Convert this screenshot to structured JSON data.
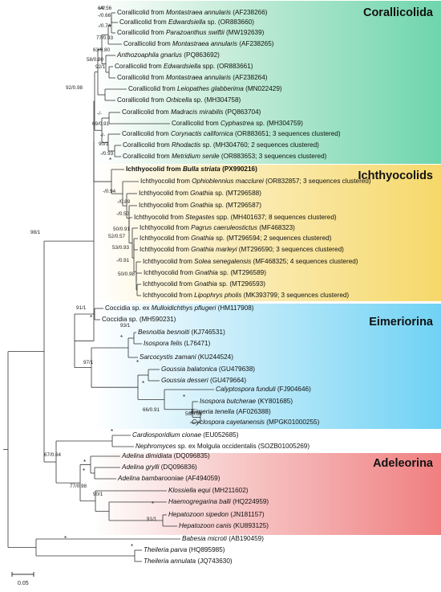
{
  "clades": [
    {
      "label": "Corallicolida"
    },
    {
      "label": "Ichthyocolids"
    },
    {
      "label": "Eimeriorina"
    },
    {
      "label": "Adeleorina"
    }
  ],
  "leaves": [
    {
      "pre": "Corallicolid from ",
      "it": "Montastraea annularis",
      "post": " (AF238266)"
    },
    {
      "pre": "Corallicolid from ",
      "it": "Edwardsiella",
      "post": " sp. (OR883660)"
    },
    {
      "pre": "Corallicolid from ",
      "it": "Parazoanthus swiftii",
      "post": " (MW192639)"
    },
    {
      "pre": "Corallicolid from ",
      "it": "Montastraea annularis",
      "post": " (AF238265)"
    },
    {
      "pre": "",
      "it": "Anthozoaphila gnarlus",
      "post": " (PQ863692)"
    },
    {
      "pre": "Corallicolid from ",
      "it": "Edwardsiella",
      "post": " spp. (OR883661)"
    },
    {
      "pre": "Corallicolid from ",
      "it": "Montastraea annularis",
      "post": " (AF238264)"
    },
    {
      "pre": "Corallicolid from ",
      "it": "Leiopathes glabberima",
      "post": " (MN022429)"
    },
    {
      "pre": "Corallicolid from ",
      "it": "Orbicella",
      "post": " sp. (MH304758)"
    },
    {
      "pre": "Corallicolid from ",
      "it": "Madracis mirabilis",
      "post": " (PQ863704)"
    },
    {
      "pre": "Corallicolid from ",
      "it": "Cyphastrea",
      "post": " sp. (MH304759)"
    },
    {
      "pre": "Corallicolid from ",
      "it": "Corynactis californica",
      "post": " (OR883651; 3 sequences clustered)"
    },
    {
      "pre": "Corallicolid from ",
      "it": "Rhodactis",
      "post": " sp. (MH304760; 2 sequences clustered)"
    },
    {
      "pre": "Corallicolid from ",
      "it": "Metridium senile",
      "post": " (OR883653; 3 sequences clustered)"
    },
    {
      "pre": "Ichthyocolid from ",
      "it": "Bulla striata",
      "post": " (PX990216)",
      "bold": true
    },
    {
      "pre": "Ichthyocolid from ",
      "it": "Ophioblennius macclurei",
      "post": " (OR832857; 3 sequences clustered)"
    },
    {
      "pre": "Ichthyocolid from ",
      "it": "Gnathia",
      "post": " sp. (MT296588)"
    },
    {
      "pre": "Ichthyocolid from ",
      "it": "Gnathia",
      "post": " sp. (MT296587)"
    },
    {
      "pre": "Ichthyocolid from ",
      "it": "Stegastes",
      "post": " spp. (MH401637; 8 sequences clustered)"
    },
    {
      "pre": "Ichthyocolid from ",
      "it": "Pagrus caeruleostictus",
      "post": " (MF468323)"
    },
    {
      "pre": "Ichthyocolid from ",
      "it": "Gnathia",
      "post": " sp. (MT296594; 2 sequences clustered)"
    },
    {
      "pre": "Ichthyocolid from ",
      "it": "Gnathia marleyi",
      "post": " (MT296590; 3 sequences clustered)"
    },
    {
      "pre": "Ichthyocolid from ",
      "it": "Solea senegalensis",
      "post": " (MF468325; 4 sequences clustered)"
    },
    {
      "pre": "Ichthyocolid from ",
      "it": "Gnathia",
      "post": " sp. (MT296589)"
    },
    {
      "pre": "Ichthyocolid from ",
      "it": "Gnathia",
      "post": " sp. (MT296593)"
    },
    {
      "pre": "Ichthyocolid from ",
      "it": "Lipophrys pholis",
      "post": " (MK393799; 3 sequences clustered)"
    },
    {
      "pre": "Coccidia sp. ex ",
      "it": "Mulloidichthys pflugeri",
      "post": " (HM117908)"
    },
    {
      "pre": "Coccidia sp. (MH590231)",
      "it": "",
      "post": ""
    },
    {
      "pre": "",
      "it": "Besnoitia besnoiti",
      "post": " (KJ746531)"
    },
    {
      "pre": "",
      "it": "Isospora felis",
      "post": " (L76471)"
    },
    {
      "pre": "",
      "it": "Sarcocystis zamani",
      "post": " (KU244524)"
    },
    {
      "pre": "",
      "it": "Goussia balatonica",
      "post": " (GU479638)"
    },
    {
      "pre": "",
      "it": "Goussia desseri",
      "post": " (GU479664)"
    },
    {
      "pre": "",
      "it": "Calyptospora funduli",
      "post": " (FJ904646)"
    },
    {
      "pre": "",
      "it": "Isospora butcherae",
      "post": " (KY801685)"
    },
    {
      "pre": "",
      "it": "Eimeria tenella",
      "post": " (AF026388)"
    },
    {
      "pre": "",
      "it": "Cyclospora cayetanensis",
      "post": " (MPGK01000255)"
    },
    {
      "pre": "",
      "it": "Cardiosporidium cionae",
      "post": " (EU052685)"
    },
    {
      "pre": "",
      "it": "Nephromyces",
      "post": " sp. ex Molgula occidentalis (SOZB01005269)"
    },
    {
      "pre": "",
      "it": "Adelina dimidiata",
      "post": " (DQ096835)"
    },
    {
      "pre": "",
      "it": "Adelina grylli",
      "post": " (DQ096836)"
    },
    {
      "pre": "",
      "it": "Adelina bambarooniae",
      "post": " (AF494059)"
    },
    {
      "pre": "",
      "it": "Klossiella equi",
      "post": " (MH211602)"
    },
    {
      "pre": "",
      "it": "Haemogregarina balli",
      "post": " (HQ224959)"
    },
    {
      "pre": "",
      "it": "Hepatozoon sipedon",
      "post": " (JN181157)"
    },
    {
      "pre": "",
      "it": "Hepatozoon canis",
      "post": " (KU893125)"
    },
    {
      "pre": "",
      "it": "Babesia microti",
      "post": " (AB190459)"
    },
    {
      "pre": "",
      "it": "Theileria parva",
      "post": " (HQ895985)"
    },
    {
      "pre": "",
      "it": "Theileria annulata",
      "post": " (JQ743630)"
    }
  ],
  "support_labels": [
    "-/0.56",
    "64/",
    "-/0.66",
    "-/0.74",
    "77/0.93",
    "63/0.80",
    "58/0.80",
    "92/1",
    "92/0.98",
    "-/-",
    "69/0.91",
    "-/-",
    "90/1",
    "-/0.93",
    "*",
    "-/0.94",
    "-/0.89",
    "-/0.50",
    "50/0.91",
    "52/0.57",
    "53/0.93",
    "-/0.91",
    "50/0.98",
    "91/1",
    "*",
    "93/1",
    "*",
    "97/1",
    "*",
    "*",
    "66/0.91",
    "*",
    "58/0.68",
    "*",
    "67/0.64",
    "*",
    "*",
    "77/0.98",
    "90/1",
    "*",
    "91/1",
    "98/1",
    "*",
    "*"
  ],
  "scale_bar": {
    "label": "0.05"
  },
  "colors": {
    "corallicolida": "#6ed5ad",
    "ichthyocolids": "#f6d86a",
    "eimeriorina": "#6fd2f4",
    "adeleorina": "#f07f80",
    "branch": "#333333"
  }
}
